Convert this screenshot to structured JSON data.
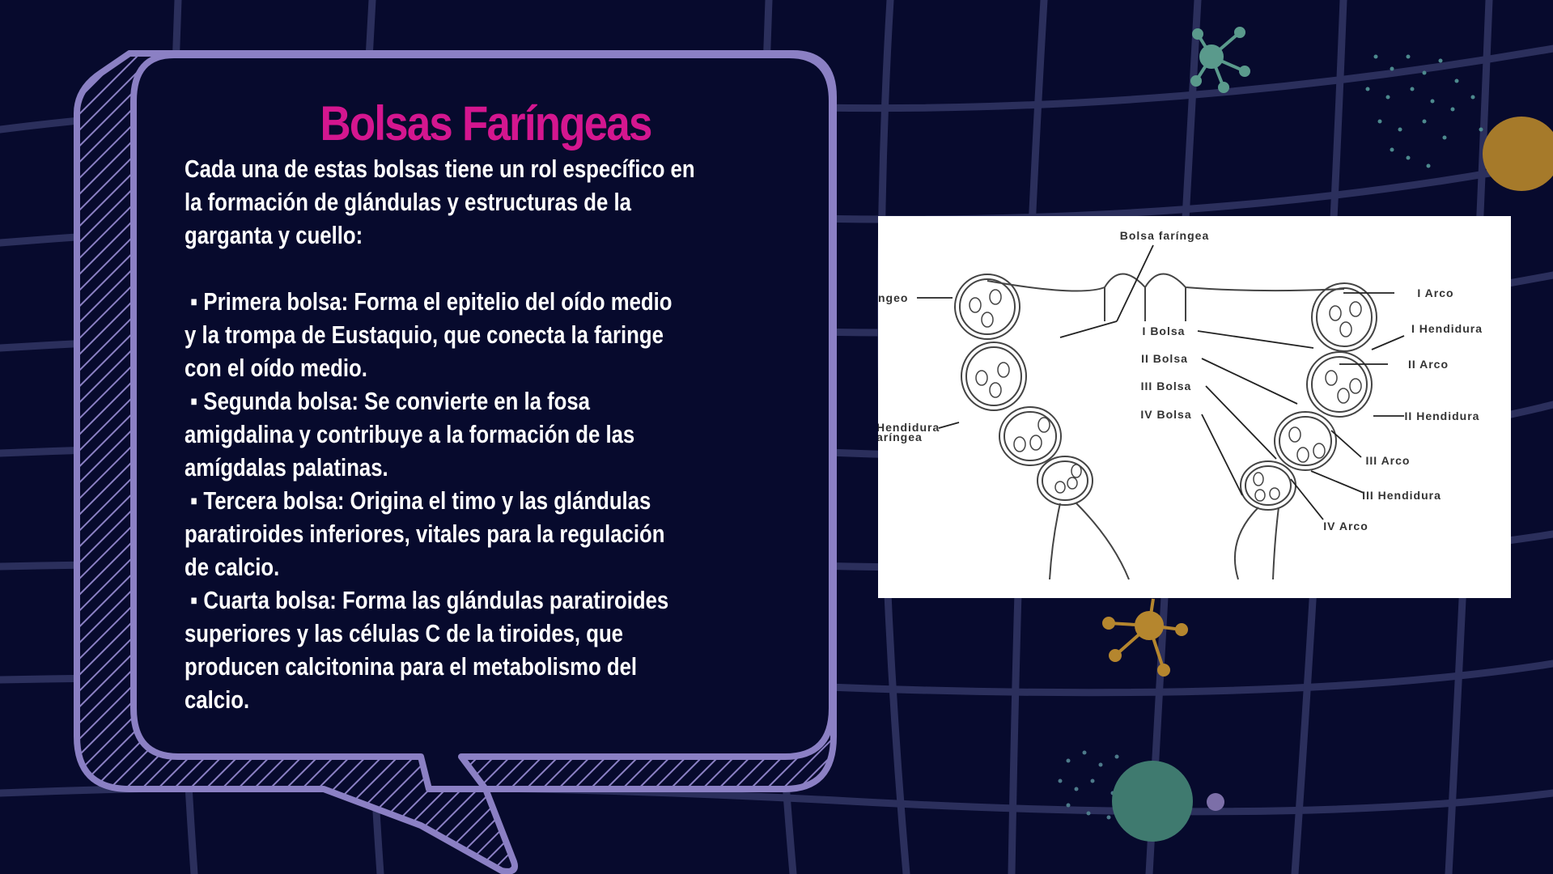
{
  "slide": {
    "title": "Bolsas Faríngeas",
    "body_lines": [
      "Cada una de estas bolsas tiene un rol específico en",
      "la formación de glándulas y estructuras de la",
      "garganta y cuello:",
      "",
      " ▪ Primera bolsa: Forma el epitelio del oído medio",
      "y la trompa de Eustaquio, que conecta la faringe",
      "con el oído medio.",
      " ▪ Segunda bolsa: Se convierte en la fosa",
      "amigdalina y contribuye a la formación de las",
      "amígdalas palatinas.",
      " ▪ Tercera bolsa: Origina el timo y las glándulas",
      "paratiroides inferiores, vitales para la regulación",
      "de calcio.",
      " ▪ Cuarta bolsa: Forma las glándulas paratiroides",
      "superiores y las células C de la tiroides, que",
      "producen calcitonina para el metabolismo del",
      "calcio."
    ]
  },
  "figure": {
    "labels": {
      "bolsa_faringea": "Bolsa faríngea",
      "left_top": "ngeo",
      "i_bolsa": "I Bolsa",
      "ii_bolsa": "II Bolsa",
      "iii_bolsa": "III Bolsa",
      "iv_bolsa": "IV Bolsa",
      "i_arco": "I Arco",
      "i_hendidura": "I Hendidura",
      "ii_arco": "II Arco",
      "ii_hendidura": "II Hendidura",
      "iii_arco": "III Arco",
      "iii_hendidura": "III Hendidura",
      "iv_arco": "IV Arco",
      "hendidura_1": "Hendidura",
      "hendidura_2": "aríngea"
    }
  },
  "colors": {
    "background": "#070a2d",
    "title": "#d4168f",
    "bubble_border": "#8b80c4",
    "grid": "#2b2f5c",
    "accent_teal": "#5a9a8c",
    "accent_gold": "#b5862e"
  }
}
